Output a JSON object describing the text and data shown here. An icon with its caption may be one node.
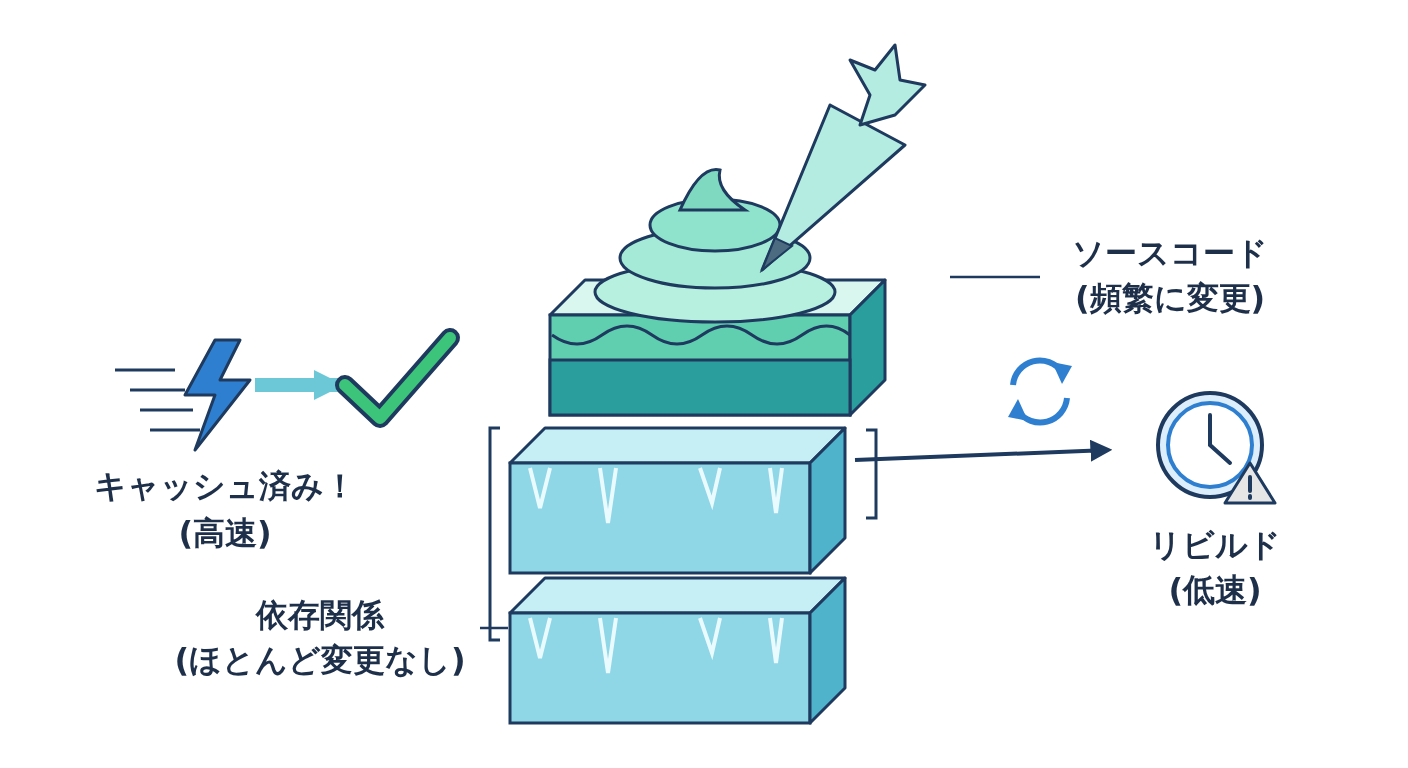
{
  "diagram": {
    "nodes": [
      {
        "text": [],
        "shape": "picture"
      },
      {
        "text": [
          "ソースコード",
          "(頻繁に変更)"
        ]
      },
      {
        "text": [],
        "shape": "picture"
      },
      {
        "text": [],
        "shape": "picture"
      },
      {
        "text": [],
        "shape": "picture"
      },
      {
        "text": [
          "リビルド",
          "(低速)"
        ]
      },
      {
        "text": [
          "依存関係",
          "(ほとんど変更なし)"
        ]
      }
    ],
    "edges": [
      {
        "from": 1,
        "to": 0,
        "arrow": "none"
      },
      {
        "from": 2,
        "to": 3,
        "arrow": "to",
        "style": "thick",
        "color": "#6cc8d6"
      },
      {
        "from": 4,
        "to": 5,
        "arrow": "to"
      },
      {
        "from": 6,
        "to": 4,
        "arrow": "none"
      }
    ],
    "labels": [
      "キャッシュ済み！",
      "(高速)"
    ]
  }
}
